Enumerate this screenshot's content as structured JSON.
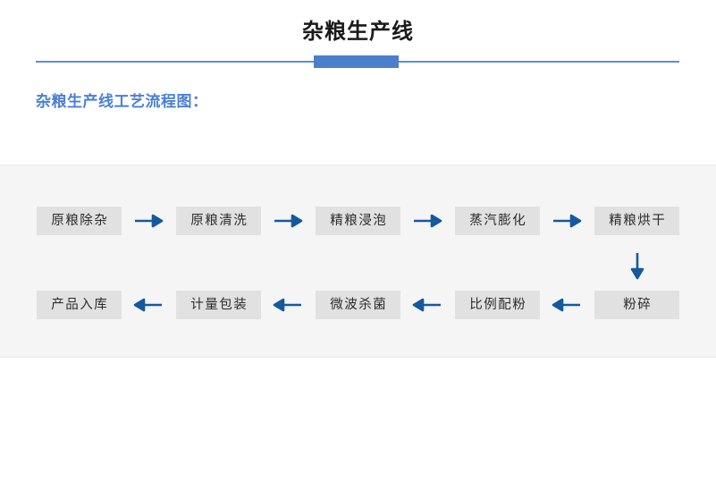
{
  "header": {
    "title": "杂粮生产线",
    "accent_color": "#4a7fcb",
    "rule_color": "#5b8fd4"
  },
  "section": {
    "subtitle": "杂粮生产线工艺流程图：",
    "subtitle_color": "#4a7fd6"
  },
  "flowchart": {
    "panel_background": "#f5f5f5",
    "box_background": "#e1e1e1",
    "box_text_color": "#2b2b2b",
    "arrow_color": "#15599e",
    "row1": {
      "steps": [
        {
          "label": "原粮除杂"
        },
        {
          "label": "原粮清洗"
        },
        {
          "label": "精粮浸泡"
        },
        {
          "label": "蒸汽膨化"
        },
        {
          "label": "精粮烘干"
        }
      ],
      "arrows": [
        {
          "direction": "right"
        },
        {
          "direction": "right"
        },
        {
          "direction": "right"
        },
        {
          "direction": "right"
        }
      ]
    },
    "connector": {
      "direction": "down"
    },
    "row2": {
      "steps": [
        {
          "label": "产品入库"
        },
        {
          "label": "计量包装"
        },
        {
          "label": "微波杀菌"
        },
        {
          "label": "比例配粉"
        },
        {
          "label": "粉碎"
        }
      ],
      "arrows": [
        {
          "direction": "left"
        },
        {
          "direction": "left"
        },
        {
          "direction": "left"
        },
        {
          "direction": "left"
        }
      ]
    }
  }
}
